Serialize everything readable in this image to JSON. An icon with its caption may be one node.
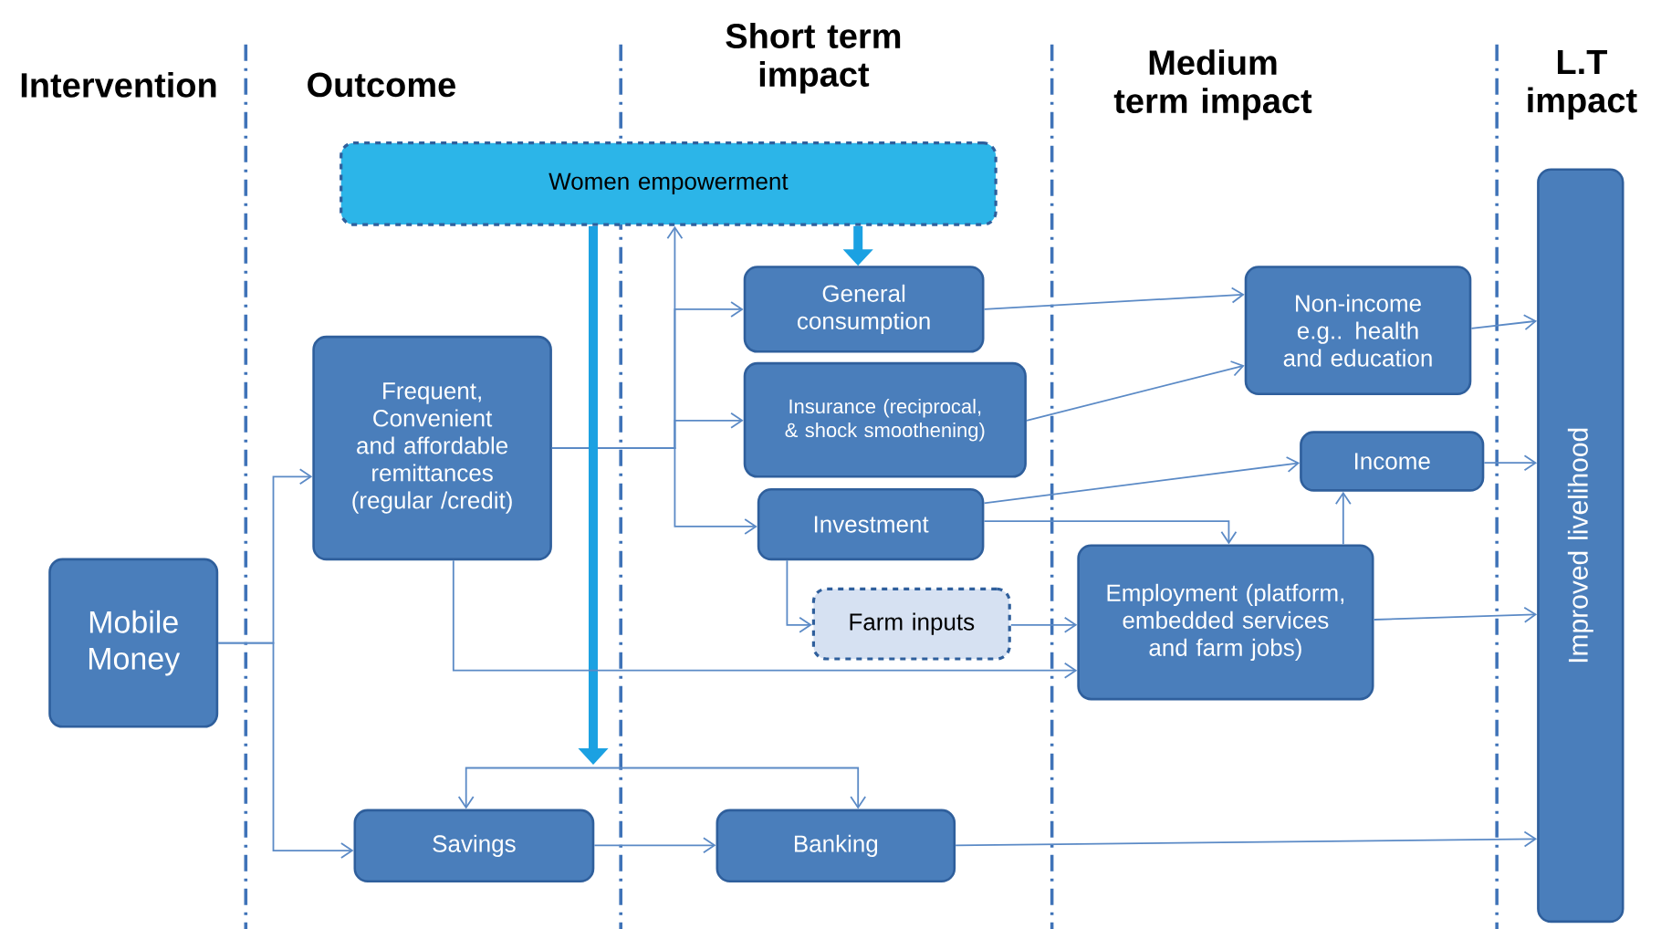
{
  "diagram": {
    "nodes": [
      {
        "text": [
          "Women empowerment"
        ]
      },
      {
        "text": [
          "Mobile Money"
        ]
      },
      {
        "text": [
          "Frequent, Convenient and affordable remittances (regular /credit)"
        ]
      },
      {
        "text": [
          "General consumption"
        ]
      },
      {
        "text": [
          "Insurance (reciprocal, & shock smoothening)"
        ]
      },
      {
        "text": [
          "Investment"
        ]
      },
      {
        "text": [
          "Farm inputs"
        ]
      },
      {
        "text": [
          "Savings"
        ]
      },
      {
        "text": [
          "Banking"
        ]
      },
      {
        "text": [
          "Non-income e.g.. health and education"
        ]
      },
      {
        "text": [
          "Income"
        ]
      },
      {
        "text": [
          "Employment (platform, embedded services and farm jobs)"
        ]
      },
      {
        "text": [
          "Improved livelihood"
        ]
      }
    ],
    "edges": [
      {
        "from": 1,
        "to": 2,
        "arrow": "to"
      },
      {
        "from": 1,
        "to": 7,
        "arrow": "to"
      },
      {
        "from": 2,
        "to": 0,
        "arrow": "to"
      },
      {
        "from": 2,
        "to": 3,
        "arrow": "to"
      },
      {
        "from": 2,
        "to": 4,
        "arrow": "to"
      },
      {
        "from": 2,
        "to": 5,
        "arrow": "to"
      },
      {
        "from": 0,
        "to": 3,
        "arrow": "to",
        "style": "thick",
        "color": "#1ba1e2"
      },
      {
        "from": 0,
        "to": null,
        "arrow": "to",
        "style": "thick",
        "color": "#1ba1e2"
      },
      {
        "from": 7,
        "to": 8,
        "arrow": "both"
      },
      {
        "from": 7,
        "to": 8,
        "arrow": "to"
      },
      {
        "from": 2,
        "to": 11,
        "arrow": "to"
      },
      {
        "from": 3,
        "to": 9,
        "arrow": "to"
      },
      {
        "from": 4,
        "to": 9,
        "arrow": "to"
      },
      {
        "from": 5,
        "to": 10,
        "arrow": "to"
      },
      {
        "from": 5,
        "to": 11,
        "arrow": "to"
      },
      {
        "from": 5,
        "to": 6,
        "arrow": "to"
      },
      {
        "from": 6,
        "to": 11,
        "arrow": "to"
      },
      {
        "from": 11,
        "to": 10,
        "arrow": "to"
      },
      {
        "from": 9,
        "to": 12,
        "arrow": "to"
      },
      {
        "from": 10,
        "to": 12,
        "arrow": "to"
      },
      {
        "from": 11,
        "to": 12,
        "arrow": "to"
      },
      {
        "from": 8,
        "to": 12,
        "arrow": "to"
      }
    ],
    "labels": [
      "Intervention",
      "Outcome",
      "Short term impact",
      "Medium term impact",
      "L.T impact"
    ]
  }
}
